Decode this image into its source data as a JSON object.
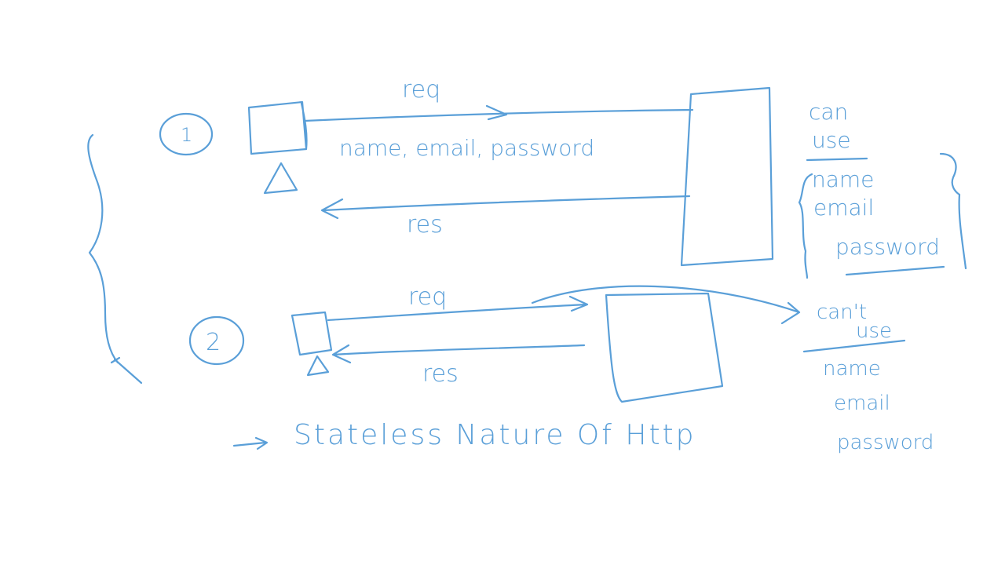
{
  "colors": {
    "ink": "#5a9fd8",
    "background": "#ffffff"
  },
  "scenario_1": {
    "number": "1",
    "request_label": "req",
    "request_payload": "name, email, password",
    "response_label": "res",
    "server_note": {
      "heading_line1": "can",
      "heading_line2": "use",
      "fields": [
        "name",
        "email",
        "password"
      ]
    }
  },
  "scenario_2": {
    "number": "2",
    "request_label": "req",
    "response_label": "res",
    "server_note": {
      "heading_line1": "can't",
      "heading_line2": "use",
      "fields": [
        "name",
        "email",
        "password"
      ]
    }
  },
  "caption": "Stateless Nature Of Http"
}
